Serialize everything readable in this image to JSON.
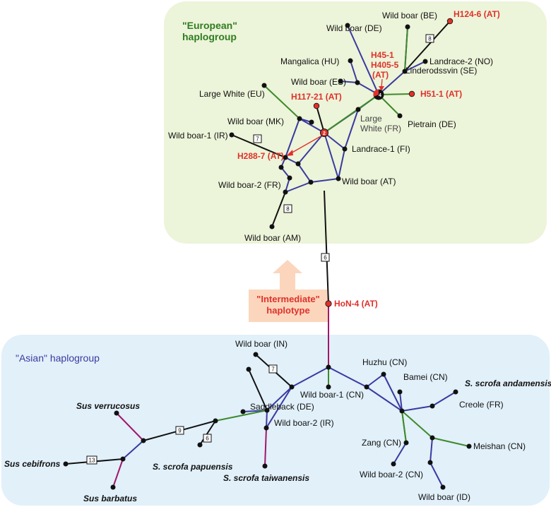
{
  "groups": {
    "european": [
      "\"European\"",
      "haplogroup"
    ],
    "asian": "\"Asian\" haplogroup",
    "intermediate": [
      "\"Intermediate\"",
      "haplotype"
    ]
  },
  "colors": {
    "eu_bg": "#ecf4d9",
    "as_bg": "#e1f0f9",
    "inter_bg": "#fbd6bd",
    "blue_edge": "#3a3aa0",
    "green_edge": "#3e8a2c",
    "black_edge": "#111111",
    "magenta_edge": "#a3166a",
    "red_text": "#e0312a"
  },
  "european_labels": {
    "wild_boar_be": "Wild boar (BE)",
    "h124_6": "H124-6 (AT)",
    "wild_boar_de": "Wild boar (DE)",
    "step8_be": "8",
    "mangalica": "Mangalica (HU)",
    "h45_1": "H45-1",
    "h405_5": "H405-5",
    "h45_at": "(AT)",
    "landrace2_no": "Landrace-2 (NO)",
    "linderodssvin": "Linderodssvin (SE)",
    "wild_boar_es": "Wild boar (ES)",
    "large_white_eu": "Large White (EU)",
    "h117_21": "H117-21 (AT)",
    "h51_1": "H51-1 (AT)",
    "large_white_fr_1": "Large",
    "large_white_fr_2": "White (FR)",
    "pietrain": "Pietrain (DE)",
    "wild_boar_mk": "Wild boar (MK)",
    "wild_boar1_ir": "Wild boar-1 (IR)",
    "step7_ir": "7",
    "h288_7": "H288-7 (AT)",
    "landrace1_fi": "Landrace-1 (FI)",
    "wild_boar2_fr": "Wild boar-2 (FR)",
    "wild_boar_at": "Wild boar (AT)",
    "step8_am": "8",
    "wild_boar_am": "Wild boar (AM)",
    "node_2": "2",
    "node_4": "4"
  },
  "link_labels": {
    "step6": "6",
    "hon4": "HoN-4 (AT)"
  },
  "asian_labels": {
    "wild_boar_in": "Wild boar (IN)",
    "step7_in": "7",
    "huzhu": "Huzhu (CN)",
    "bamei": "Bamei (CN)",
    "andamensis": "S. scrofa andamensis",
    "sus_verrucosus": "Sus verrucosus",
    "wild_boar1_cn": "Wild boar-1 (CN)",
    "creole": "Creole (FR)",
    "saddleback": "Saddleback (DE)",
    "step9": "9",
    "wild_boar2_ir": "Wild boar-2 (IR)",
    "step6_pap": "6",
    "zang": "Zang (CN)",
    "meishan": "Meishan (CN)",
    "sus_cebifrons": "Sus cebifrons",
    "step13": "13",
    "papuensis": "S. scrofa papuensis",
    "taiwanensis": "S. scrofa taiwanensis",
    "wild_boar2_cn": "Wild boar-2 (CN)",
    "wild_boar_id": "Wild boar (ID)",
    "sus_barbatus": "Sus barbatus"
  }
}
